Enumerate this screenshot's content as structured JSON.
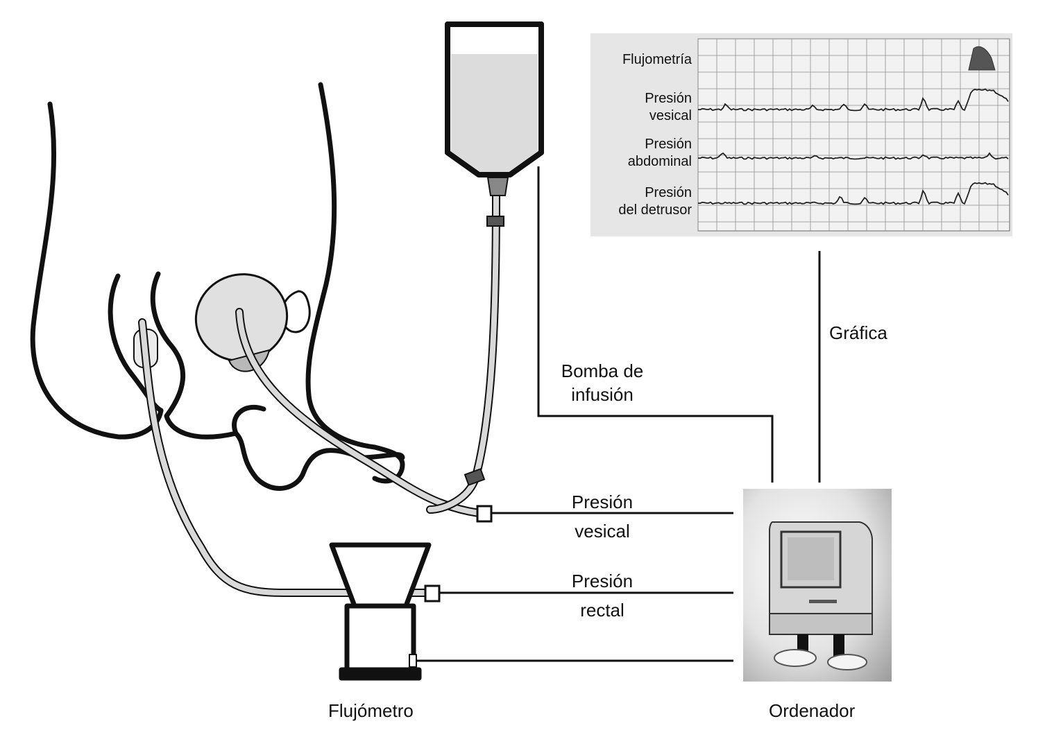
{
  "labels": {
    "bomba_line1": "Bomba de",
    "bomba_line2": "infusión",
    "grafica": "Gráfica",
    "presion_vesical_line1": "Presión",
    "presion_vesical_line2": "vesical",
    "presion_rectal_line1": "Presión",
    "presion_rectal_line2": "rectal",
    "flujometro": "Flujómetro",
    "ordenador": "Ordenador"
  },
  "chart_panel": {
    "tracks": [
      {
        "lines": [
          "Flujometría"
        ]
      },
      {
        "lines": [
          "Presión",
          "vesical"
        ]
      },
      {
        "lines": [
          "Presión",
          "abdominal"
        ]
      },
      {
        "lines": [
          "Presión",
          "del detrusor"
        ]
      }
    ]
  },
  "colors": {
    "line": "#111111",
    "tube": "#d9d9d9",
    "bag_fill": "#dcdcdc",
    "bladder_fill": "#e0e0e0",
    "panel_bg": "#e6e6e6",
    "grid": "#8c8c8c",
    "flow_peak": "#555555"
  }
}
